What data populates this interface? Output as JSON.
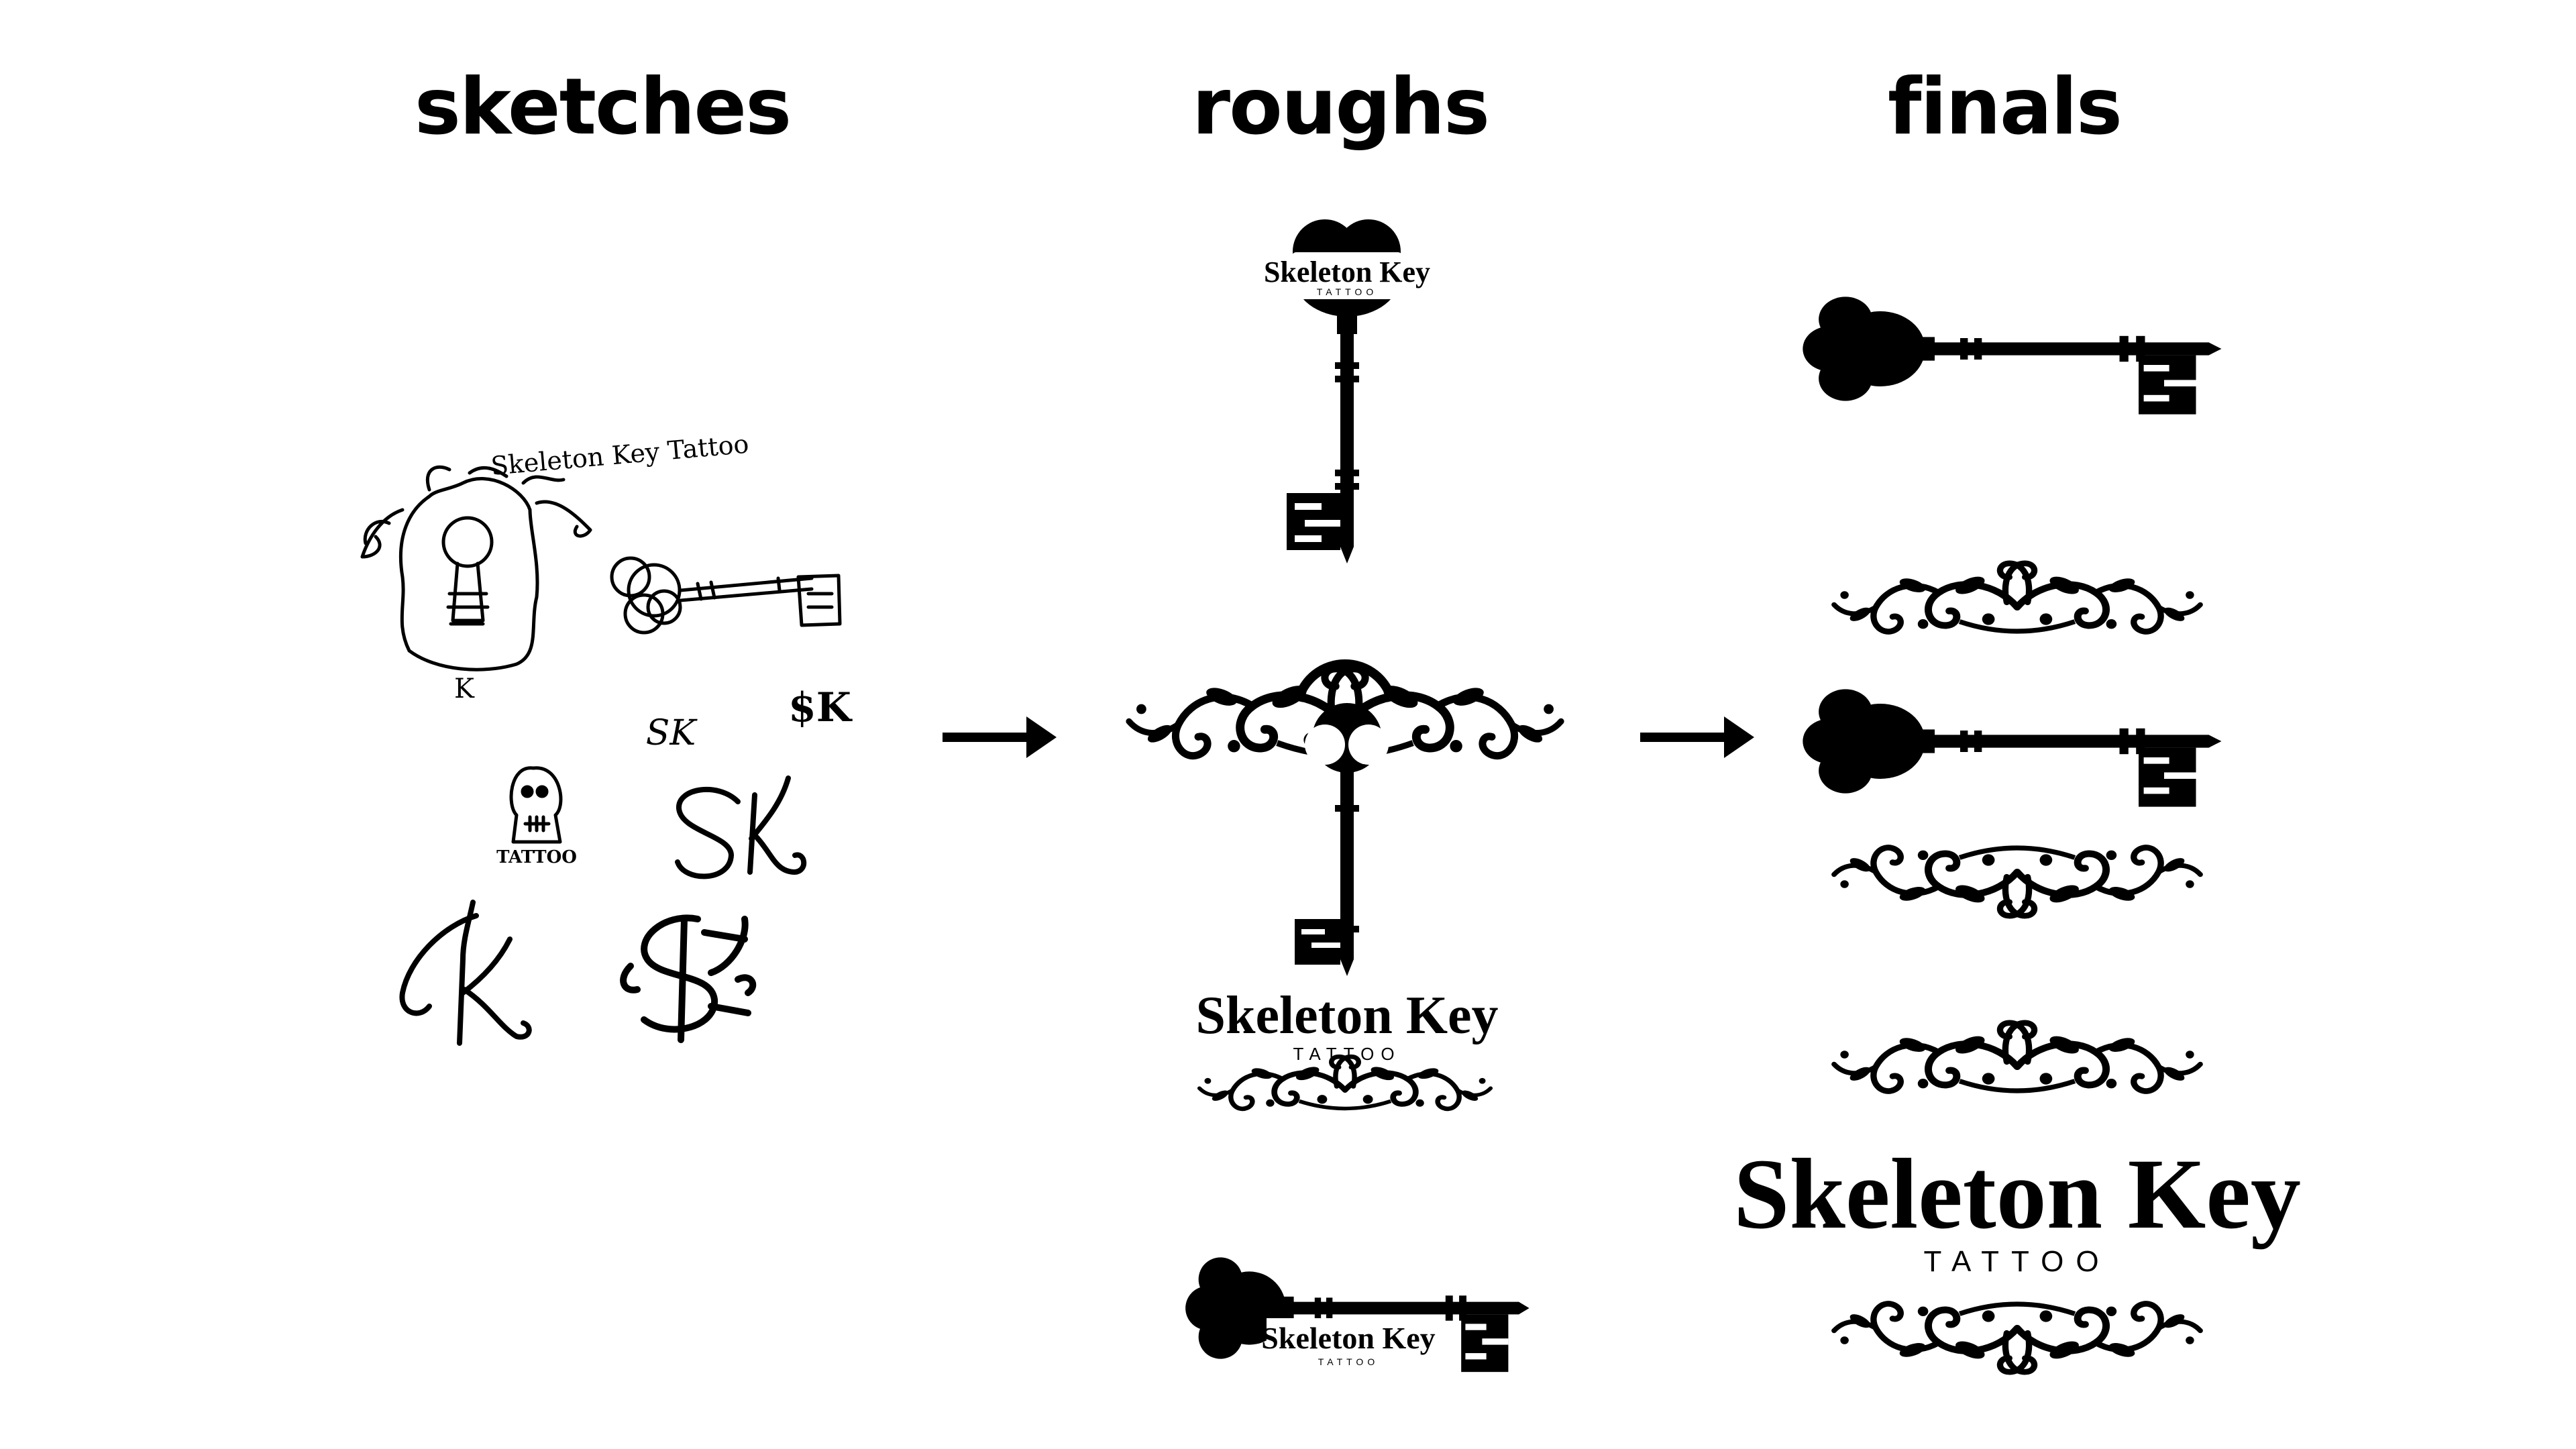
{
  "columns": [
    {
      "id": "sketches",
      "title": "sketches"
    },
    {
      "id": "roughs",
      "title": "roughs"
    },
    {
      "id": "finals",
      "title": "finals"
    }
  ],
  "sketches": {
    "banner_text": "Skeleton Key Tattoo",
    "keyhole_letter": "K",
    "monogram_small": "SK",
    "monogram_dollar": "$K",
    "keyhole_tattoo_label": "TATTOO",
    "monogram_large_s": "S",
    "monogram_large_k": "K",
    "script_k": "K",
    "script_s": "S"
  },
  "roughs": {
    "wordmark": "Skeleton Key",
    "tagline": "TATTOO"
  },
  "finals": {
    "wordmark": "Skeleton Key",
    "tagline": "TATTOO"
  },
  "icons": {
    "arrow": "arrow-right-icon",
    "key": "skeleton-key-icon",
    "flourish": "scroll-flourish-icon"
  },
  "colors": {
    "ink": "#000000",
    "background": "#ffffff"
  }
}
